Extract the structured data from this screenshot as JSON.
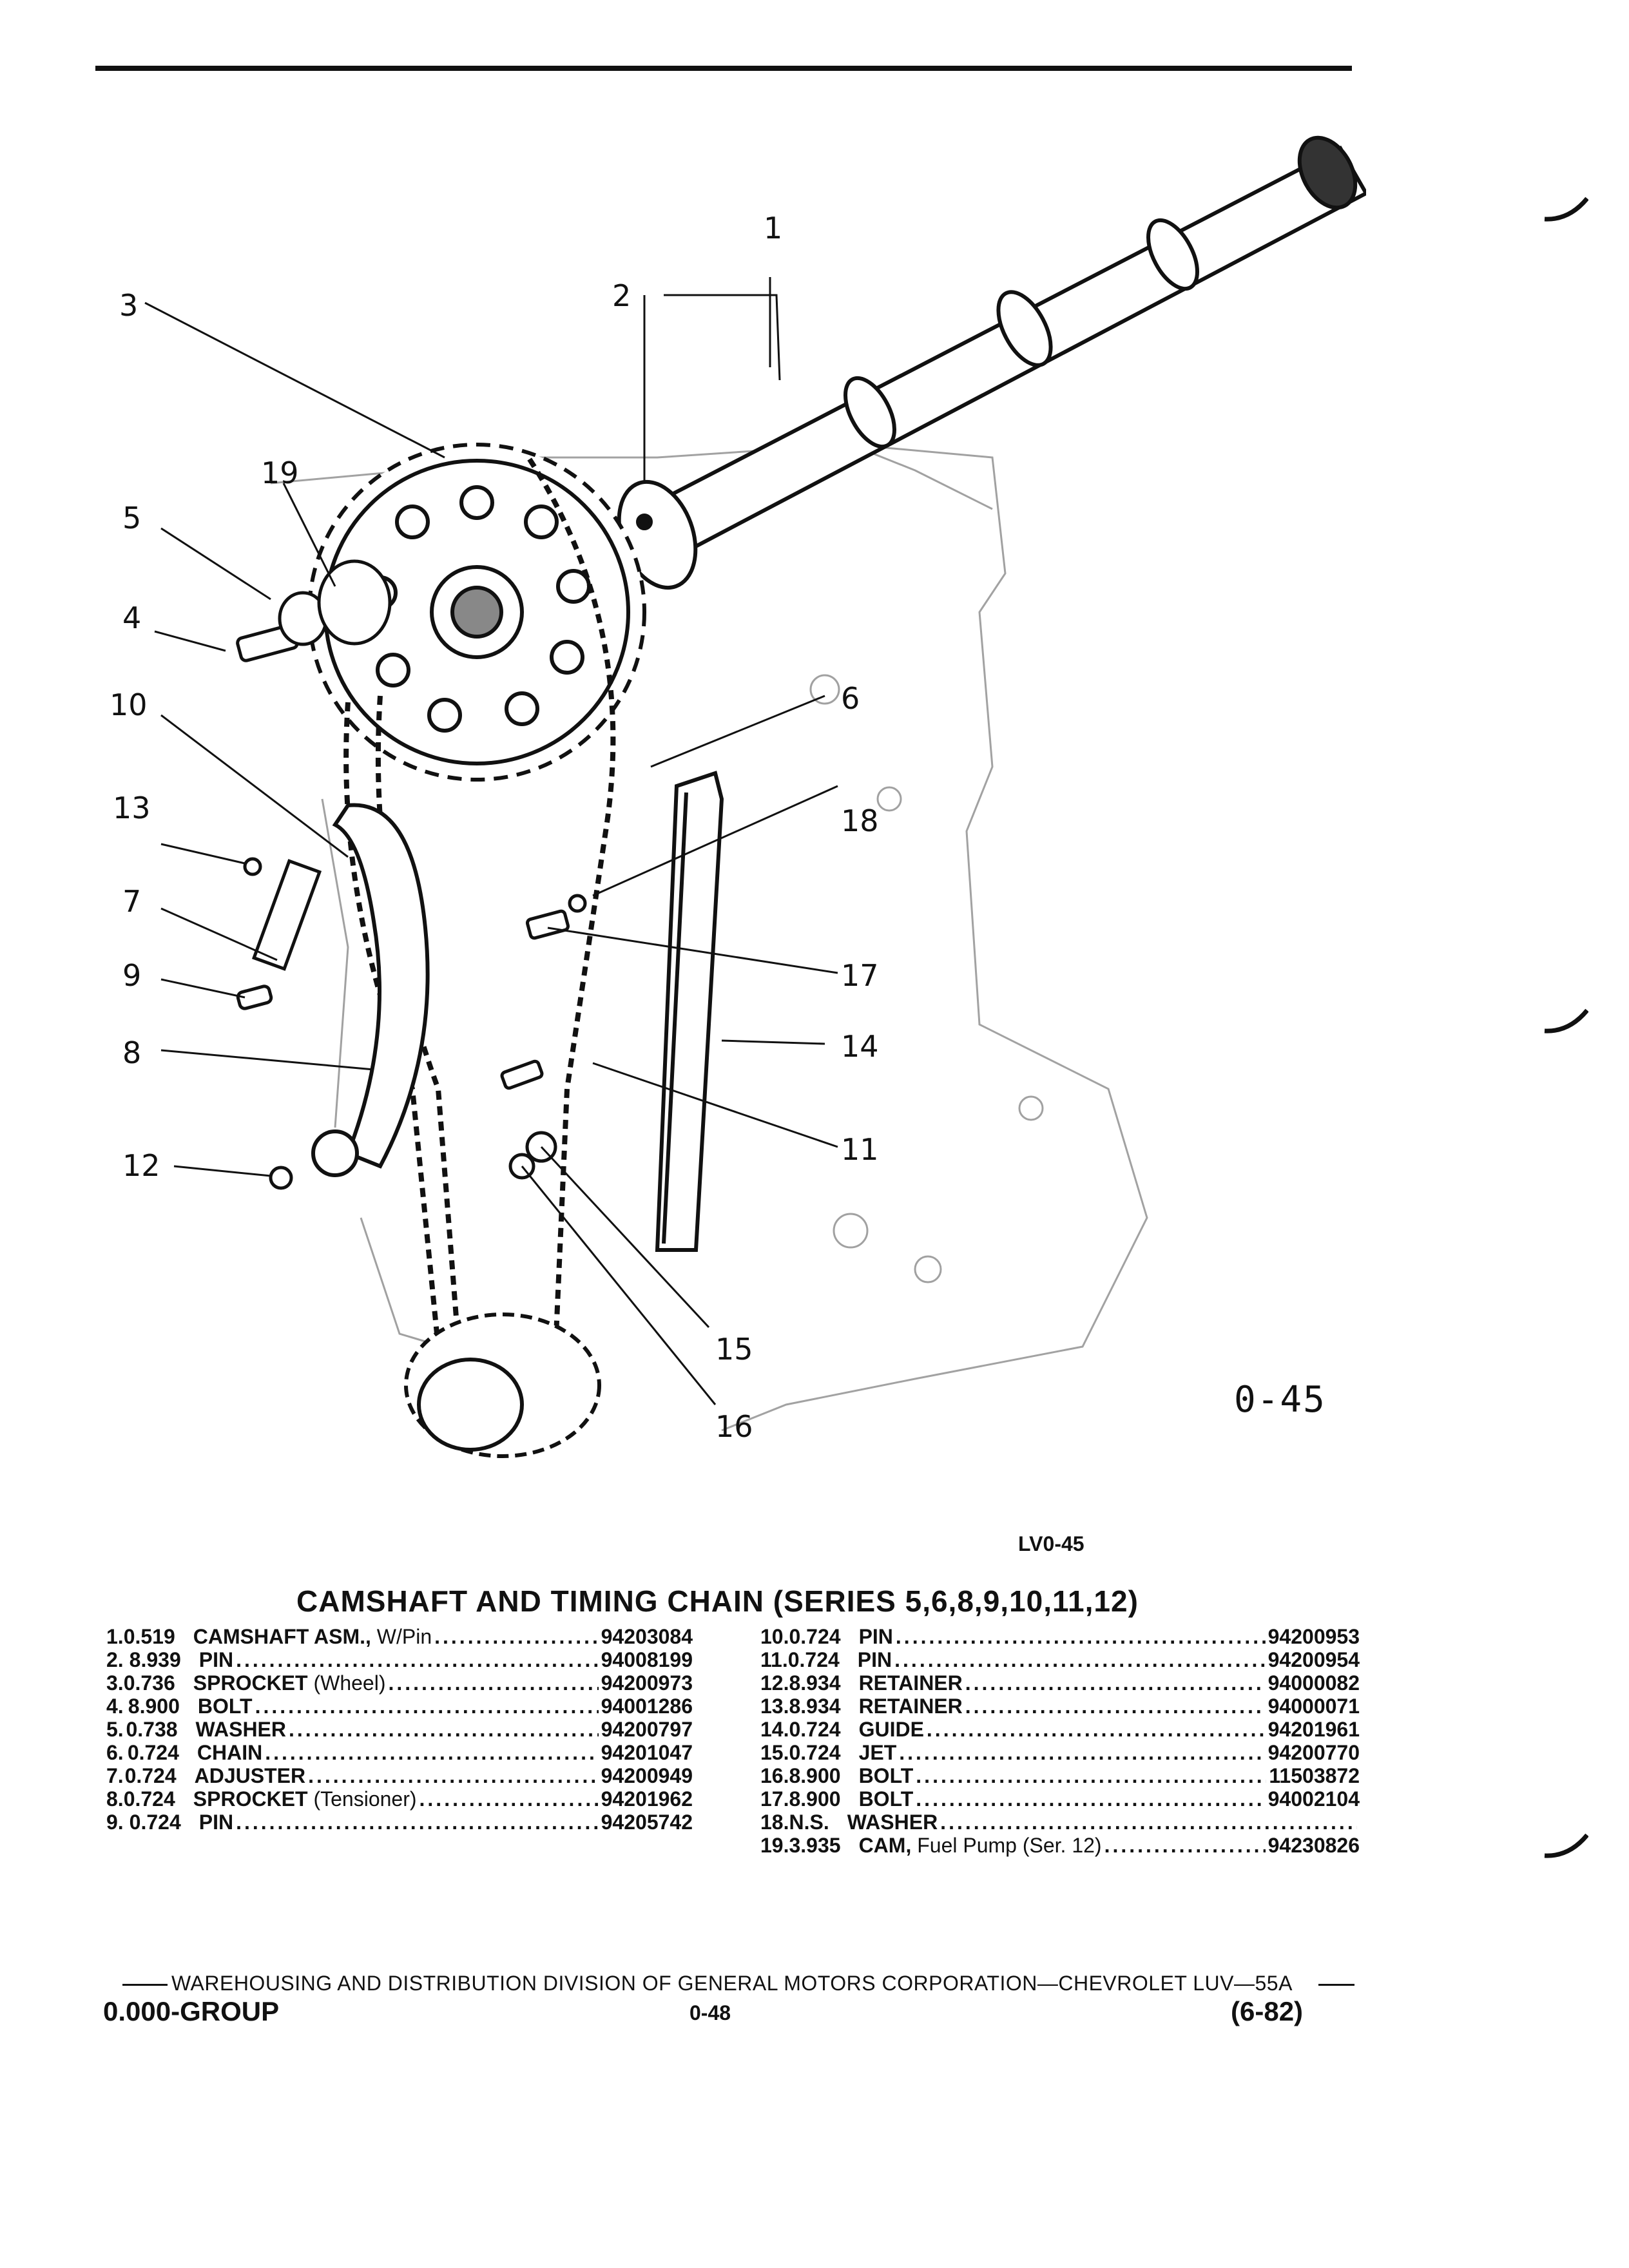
{
  "figure": {
    "id_label": "0-45",
    "code": "LV0-45",
    "callouts": [
      "1",
      "2",
      "3",
      "19",
      "5",
      "4",
      "10",
      "13",
      "7",
      "9",
      "8",
      "12",
      "6",
      "18",
      "17",
      "14",
      "11",
      "15",
      "16"
    ]
  },
  "title": "CAMSHAFT AND TIMING CHAIN (SERIES 5,6,8,9,10,11,12)",
  "parts_left": [
    {
      "num": "1.",
      "code": "0.519",
      "name": "CAMSHAFT ASM.,",
      "note": " W/Pin",
      "pn": "94203084"
    },
    {
      "num": "2.",
      "code": "8.939",
      "name": "PIN",
      "note": "",
      "pn": "94008199"
    },
    {
      "num": "3.",
      "code": "0.736",
      "name": "SPROCKET",
      "note": " (Wheel)",
      "pn": "94200973"
    },
    {
      "num": "4.",
      "code": "8.900",
      "name": "BOLT",
      "note": "",
      "pn": "94001286"
    },
    {
      "num": "5.",
      "code": "0.738",
      "name": "WASHER",
      "note": "",
      "pn": "94200797"
    },
    {
      "num": "6.",
      "code": "0.724",
      "name": "CHAIN",
      "note": "",
      "pn": "94201047"
    },
    {
      "num": "7.",
      "code": "0.724",
      "name": "ADJUSTER",
      "note": "",
      "pn": "94200949"
    },
    {
      "num": "8.",
      "code": "0.724",
      "name": "SPROCKET",
      "note": " (Tensioner)",
      "pn": "94201962"
    },
    {
      "num": "9.",
      "code": "0.724",
      "name": "PIN",
      "note": "",
      "pn": "94205742"
    }
  ],
  "parts_right": [
    {
      "num": "10.",
      "code": "0.724",
      "name": "PIN",
      "note": "",
      "pn": "94200953"
    },
    {
      "num": "11.",
      "code": "0.724",
      "name": "PIN",
      "note": "",
      "pn": "94200954"
    },
    {
      "num": "12.",
      "code": "8.934",
      "name": "RETAINER",
      "note": "",
      "pn": "94000082"
    },
    {
      "num": "13.",
      "code": "8.934",
      "name": "RETAINER",
      "note": "",
      "pn": "94000071"
    },
    {
      "num": "14.",
      "code": "0.724",
      "name": "GUIDE",
      "note": "",
      "pn": "94201961"
    },
    {
      "num": "15.",
      "code": "0.724",
      "name": "JET",
      "note": "",
      "pn": "94200770"
    },
    {
      "num": "16.",
      "code": "8.900",
      "name": "BOLT",
      "note": "",
      "pn": "11503872"
    },
    {
      "num": "17.",
      "code": "8.900",
      "name": "BOLT",
      "note": "",
      "pn": "94002104"
    },
    {
      "num": "18.",
      "code": "N.S.",
      "name": "WASHER",
      "note": "",
      "pn": ""
    },
    {
      "num": "19.",
      "code": "3.935",
      "name": "CAM,",
      "note": " Fuel Pump (Ser. 12)",
      "pn": "94230826"
    }
  ],
  "footer": {
    "line": "WAREHOUSING AND DISTRIBUTION  DIVISION OF GENERAL MOTORS CORPORATION—CHEVROLET LUV—55A",
    "group": "0.000-GROUP",
    "page": "0-48",
    "date": "(6-82)"
  }
}
